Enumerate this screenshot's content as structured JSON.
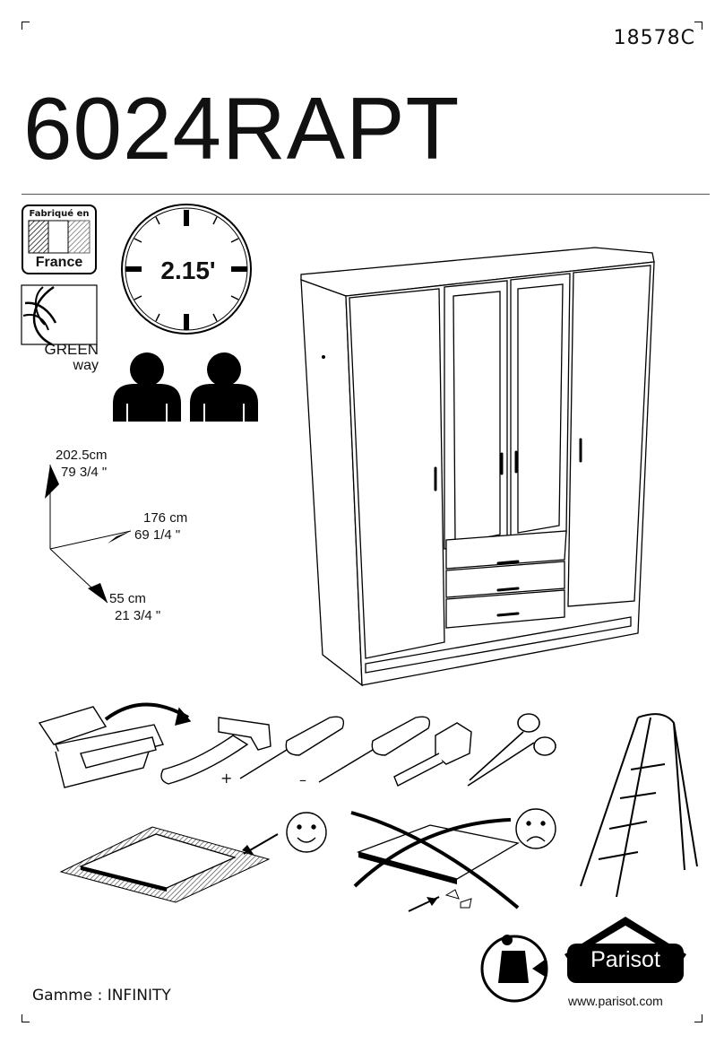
{
  "reference": "18578C",
  "title": "6024RAPT",
  "origin_badge": {
    "top": "Fabriqué en",
    "bottom": "France"
  },
  "eco_label": {
    "line1": "GREEN",
    "line2": "way"
  },
  "assembly_time": "2.15'",
  "dimensions": {
    "height_cm": "202.5cm",
    "height_in": "79 3/4 \"",
    "width_cm": "176 cm",
    "width_in": "69 1/4  \"",
    "depth_cm": "55 cm",
    "depth_in": "21 3/4 \""
  },
  "tool_signs": {
    "plus": "+",
    "minus": "–"
  },
  "range": "Gamme : INFINITY",
  "brand": {
    "name": "Parisot",
    "website": "www.parisot.com"
  },
  "icons": [
    "persons-icon",
    "clock-icon",
    "toolbox-icon",
    "hammer-icon",
    "phillips-screwdriver-icon",
    "flat-screwdriver-icon",
    "tape-measure-icon",
    "scissors-icon",
    "step-ladder-icon",
    "happy-face-icon",
    "sad-face-icon",
    "recycle-icon"
  ]
}
